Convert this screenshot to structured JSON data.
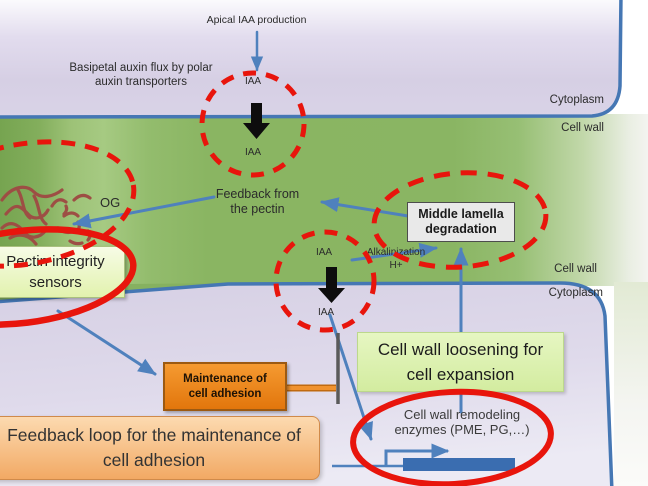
{
  "colors": {
    "annotation_red": "#e8150c",
    "arrow_blue": "#4f81bd",
    "membrane_blue": "#4577b4",
    "wall_green": "#8ab562",
    "cytoplasm_lavender": "#d7d1e5",
    "maintenance_orange": "#e8821a",
    "feedback_loop_peach": "#f6bf8b",
    "loosening_green": "#ddf3b1",
    "middle_lamella_gray": "#e9e9e9"
  },
  "cell_labels": {
    "cytoplasm_top": "Cytoplasm",
    "cell_wall_top": "Cell wall",
    "cell_wall_bottom": "Cell wall",
    "cytoplasm_bottom": "Cytoplasm"
  },
  "auxin": {
    "apical_production": "Apical IAA production",
    "basipetal_flux": [
      "Basipetal auxin flux  by polar",
      "auxin transporters"
    ],
    "iaa_top_upper": "IAA",
    "iaa_top_lower": "IAA",
    "iaa_mid_upper": "IAA",
    "iaa_mid_lower": "IAA"
  },
  "pectin": {
    "og": "OG",
    "feedback": [
      "Feedback from",
      "the pectin"
    ],
    "sensors": [
      "Pectin integrity",
      "sensors"
    ],
    "alkalinization": [
      "Alkalinization",
      "H+"
    ]
  },
  "boxes": {
    "middle_lamella": [
      "Middle lamella",
      "degradation"
    ],
    "maintenance": [
      "Maintenance of",
      "cell adhesion"
    ],
    "loosening": [
      "Cell wall loosening for",
      "cell expansion"
    ],
    "feedback_loop": [
      "Feedback loop for the maintenance of",
      "cell adhesion"
    ],
    "enzymes": [
      "Cell wall remodeling",
      "enzymes  (PME, PG,…)"
    ]
  }
}
